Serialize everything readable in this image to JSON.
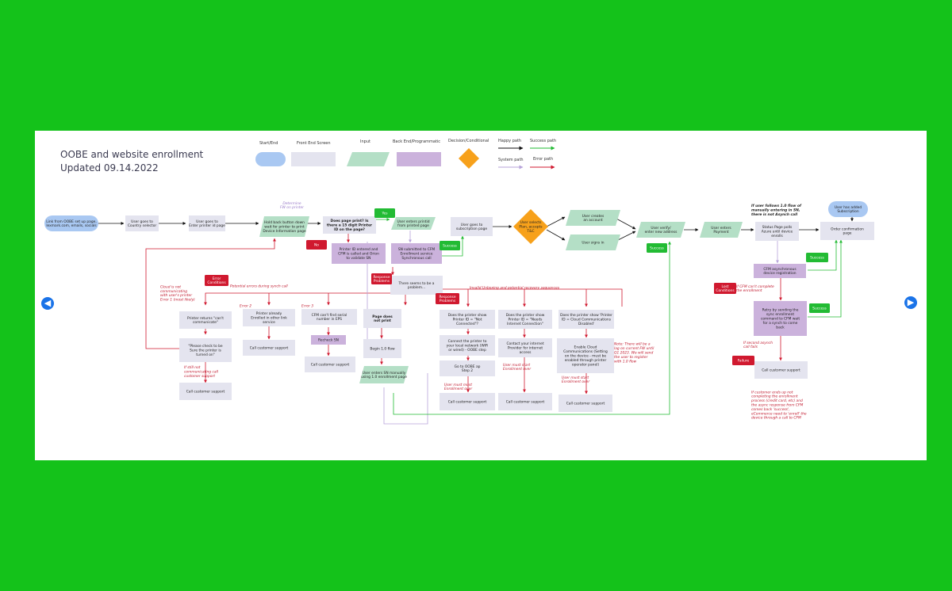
{
  "title": {
    "line1": "OOBE and website enrollment",
    "line2": "Updated 09.14.2022"
  },
  "legend": {
    "start_end": "Start/End",
    "front_end": "Front End Screen",
    "input": "Input",
    "back_end": "Back End/Programmatic",
    "decision": "Decision/Conditional",
    "happy_path": "Happy path",
    "success_path": "Success path",
    "system_path": "System path",
    "error_path": "Error path"
  },
  "colors": {
    "start_end": "#a9c8f2",
    "front_end": "#e4e4ef",
    "input": "#b4dfc6",
    "back_end": "#cbb2dc",
    "decision": "#f7a11b",
    "error": "#d0192f",
    "success": "#22bb33",
    "system": "#b7a3da"
  },
  "nav": {
    "prev": "◀",
    "next": "▶"
  },
  "nodes": [
    {
      "id": "n1",
      "kind": "start",
      "lines": [
        "Link from OOBE set up page,",
        "lexmark.com, emails, socials"
      ]
    },
    {
      "id": "n2",
      "kind": "front",
      "lines": [
        "User goes to",
        "Country selector"
      ]
    },
    {
      "id": "n3",
      "kind": "front",
      "lines": [
        "User goes to",
        "Enter printer id page"
      ]
    },
    {
      "id": "n4",
      "kind": "input",
      "lines": [
        "Hold back button down",
        "wait for printer to print",
        "Device Information page"
      ]
    },
    {
      "id": "n4n",
      "kind": "note-purple",
      "lines": [
        "Determine",
        "FW on printer"
      ]
    },
    {
      "id": "n5",
      "kind": "front",
      "bold": true,
      "lines": [
        "Does page print? Is",
        "there a 15 digit Printer",
        "ID on the page?"
      ]
    },
    {
      "id": "n5y",
      "kind": "tag-green",
      "lines": [
        "Yes"
      ]
    },
    {
      "id": "n5n",
      "kind": "tag-red",
      "lines": [
        "No"
      ]
    },
    {
      "id": "n6",
      "kind": "input",
      "lines": [
        "User enters printid",
        "from printed page"
      ]
    },
    {
      "id": "n7",
      "kind": "back",
      "lines": [
        "Printer ID entered and",
        "CFM is called and Orion",
        "to validate SN"
      ]
    },
    {
      "id": "n8",
      "kind": "back",
      "lines": [
        "SN submitted to CFM",
        "Enrollment service",
        "Synchronous call"
      ]
    },
    {
      "id": "n8s",
      "kind": "tag-green",
      "lines": [
        "Success"
      ]
    },
    {
      "id": "n9",
      "kind": "front",
      "lines": [
        "User goes to",
        "subscription page"
      ]
    },
    {
      "id": "n10",
      "kind": "decision",
      "lines": [
        "User selects",
        "Plan, accepts",
        "T&C"
      ]
    },
    {
      "id": "n11",
      "kind": "input",
      "lines": [
        "User creates",
        "an account"
      ]
    },
    {
      "id": "n12",
      "kind": "input",
      "lines": [
        "User signs in"
      ]
    },
    {
      "id": "n13",
      "kind": "input",
      "lines": [
        "User verify/",
        "enter new address"
      ]
    },
    {
      "id": "n13s",
      "kind": "tag-green",
      "lines": [
        "Success"
      ]
    },
    {
      "id": "n14",
      "kind": "input",
      "lines": [
        "User enters",
        "Payment"
      ]
    },
    {
      "id": "n15n",
      "kind": "note-italic",
      "lines": [
        "If user follows 1.0 flow of",
        "manually entering in SN,",
        "there is not Asynch call"
      ]
    },
    {
      "id": "n15",
      "kind": "front",
      "lines": [
        "Status Page polls",
        "Azure until device",
        "enrolls"
      ]
    },
    {
      "id": "n16",
      "kind": "start",
      "lines": [
        "User has added",
        "Subscription"
      ]
    },
    {
      "id": "n17",
      "kind": "front",
      "lines": [
        "Order confirmation",
        "page"
      ]
    },
    {
      "id": "n18",
      "kind": "back",
      "lines": [
        "CFM asynchronous",
        "device registration"
      ]
    },
    {
      "id": "n18s",
      "kind": "tag-green",
      "lines": [
        "Success"
      ]
    },
    {
      "id": "n19r",
      "kind": "tag-red",
      "lines": [
        "Lost",
        "Conditions"
      ]
    },
    {
      "id": "n19n",
      "kind": "note-red",
      "lines": [
        "If CFM can't complete",
        "the enrollment"
      ]
    },
    {
      "id": "n20",
      "kind": "back",
      "lines": [
        "Retry by sending the",
        "sync enrollment",
        "command to CFM wait",
        "for a synch to come",
        "back"
      ]
    },
    {
      "id": "n20s",
      "kind": "tag-green",
      "lines": [
        "Success"
      ]
    },
    {
      "id": "n21n",
      "kind": "note-red",
      "lines": [
        "If second asynch",
        "call fails"
      ]
    },
    {
      "id": "n21r",
      "kind": "tag-red",
      "lines": [
        "Failure"
      ]
    },
    {
      "id": "n21",
      "kind": "front",
      "lines": [
        "Call customer support"
      ]
    },
    {
      "id": "n22n",
      "kind": "note-red",
      "lines": [
        "If customer ends up not",
        "completing the enrollment",
        "process (credit card, etc) and",
        "the async response from CFM",
        "comes back 'success',",
        "eCommerce need to 'enroll' the",
        "device through a call to CFM"
      ]
    },
    {
      "id": "n23",
      "kind": "front",
      "lines": [
        "There seems to be a",
        "problem..."
      ]
    },
    {
      "id": "n23r",
      "kind": "tag-red",
      "lines": [
        "Response",
        "Problems"
      ]
    },
    {
      "id": "n24r",
      "kind": "tag-red",
      "lines": [
        "Error",
        "Conditions"
      ]
    },
    {
      "id": "n24n",
      "kind": "note-red",
      "lines": [
        "Potential errors during synch call"
      ]
    },
    {
      "id": "n25n",
      "kind": "note-red",
      "lines": [
        "Cloud is not",
        "communicating",
        "with user's printer",
        "Error 1 (most likely)"
      ]
    },
    {
      "id": "n25",
      "kind": "front",
      "lines": [
        "Printer returns \"can't",
        "communicate\""
      ]
    },
    {
      "id": "n26",
      "kind": "front",
      "lines": [
        "\"Please check to be",
        "Sure the printer is",
        "turned on\""
      ]
    },
    {
      "id": "n26n",
      "kind": "note-red",
      "lines": [
        "If still not",
        "communicating call",
        "customer support"
      ]
    },
    {
      "id": "n27",
      "kind": "front",
      "lines": [
        "Call customer support"
      ]
    },
    {
      "id": "n28n",
      "kind": "note-red",
      "lines": [
        "Error 2"
      ]
    },
    {
      "id": "n28",
      "kind": "front",
      "lines": [
        "Printer already",
        "Enrolled in other link",
        "service"
      ]
    },
    {
      "id": "n29",
      "kind": "front",
      "lines": [
        "Call customer support"
      ]
    },
    {
      "id": "n30n",
      "kind": "note-red",
      "lines": [
        "Error 3"
      ]
    },
    {
      "id": "n30",
      "kind": "front",
      "lines": [
        "CFM can't find serial",
        "number in EPS"
      ]
    },
    {
      "id": "n31",
      "kind": "back",
      "lines": [
        "Recheck SN"
      ]
    },
    {
      "id": "n32",
      "kind": "front",
      "lines": [
        "Call customer support"
      ]
    },
    {
      "id": "n33",
      "kind": "front",
      "bold": true,
      "lines": [
        "Page does",
        "not print"
      ]
    },
    {
      "id": "n34",
      "kind": "front",
      "lines": [
        "Begin 1.0 flow"
      ]
    },
    {
      "id": "n35",
      "kind": "input",
      "lines": [
        "User enters SN manually",
        "using 1.0 enrollment page"
      ]
    },
    {
      "id": "n36n",
      "kind": "note-red",
      "lines": [
        "Invalid Unboxing and potential recovery sequences"
      ]
    },
    {
      "id": "n36r",
      "kind": "tag-red",
      "lines": [
        "Response",
        "Problems"
      ]
    },
    {
      "id": "n37",
      "kind": "front",
      "lines": [
        "Does the printer show",
        "Printer ID = \"Not",
        "Connected\"?"
      ]
    },
    {
      "id": "n38",
      "kind": "front",
      "lines": [
        "Connect the printer to",
        "your local network (WiFi",
        "or wired) - OOBE step"
      ]
    },
    {
      "id": "n39",
      "kind": "front",
      "lines": [
        "Go to OOBE ap",
        "Step 2"
      ]
    },
    {
      "id": "n39n",
      "kind": "note-red",
      "lines": [
        "User must must",
        "Enrollment over"
      ]
    },
    {
      "id": "n40",
      "kind": "front",
      "lines": [
        "Call customer support"
      ]
    },
    {
      "id": "n41",
      "kind": "front",
      "lines": [
        "Does the printer show",
        "Printer ID = \"Needs",
        "Internet Connection\""
      ]
    },
    {
      "id": "n42",
      "kind": "front",
      "lines": [
        "Contact your internet",
        "Provider for internet",
        "access"
      ]
    },
    {
      "id": "n42n",
      "kind": "note-red",
      "lines": [
        "User must start",
        "Enrollment over"
      ]
    },
    {
      "id": "n43",
      "kind": "front",
      "lines": [
        "Call customer support"
      ]
    },
    {
      "id": "n44",
      "kind": "front",
      "lines": [
        "Does the printer show 'Printer",
        "ID = Cloud Communications",
        "Disabled'"
      ]
    },
    {
      "id": "n44n",
      "kind": "note-red",
      "lines": [
        "Note: There will be a",
        "lag on current FW until",
        "Q1 2023. We will send",
        "the user to register",
        "with 1.0 flow"
      ]
    },
    {
      "id": "n45",
      "kind": "front",
      "lines": [
        "Enable Cloud",
        "Communications (Setting",
        "on the device - must be",
        "enabled through printer",
        "operator panel)"
      ]
    },
    {
      "id": "n45n",
      "kind": "note-red",
      "lines": [
        "User must start",
        "Enrollment over"
      ]
    },
    {
      "id": "n46",
      "kind": "front",
      "lines": [
        "Call customer support"
      ]
    }
  ]
}
